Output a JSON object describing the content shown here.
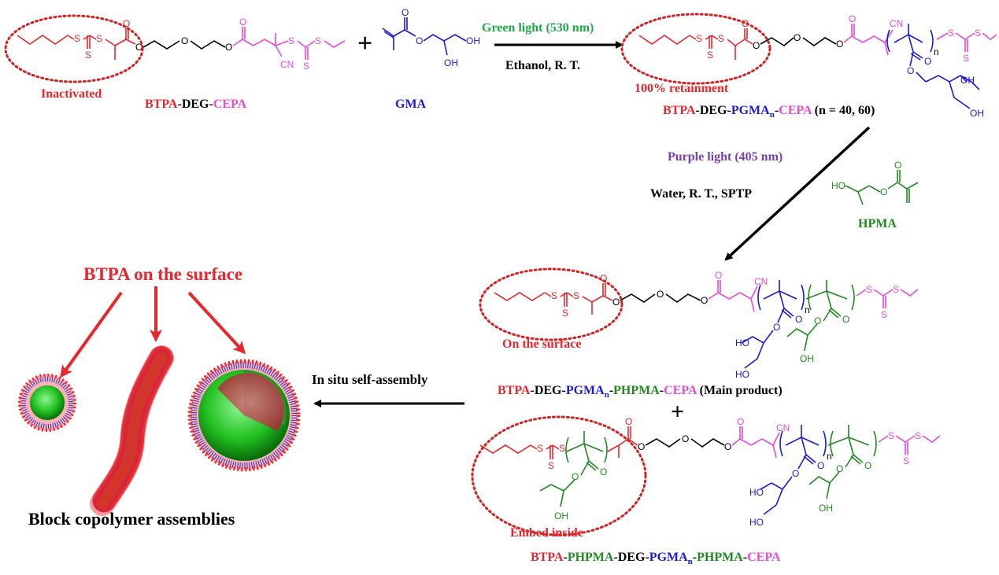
{
  "labels": {
    "inactivated": "Inactivated",
    "retainment": "100% retainment",
    "on_surface": "On the surface",
    "embed_inside": "Embed inside",
    "btpa_surface": "BTPA on the surface",
    "in_situ": "In situ self-assembly",
    "assemblies": "Block copolymer assemblies",
    "gma": "GMA",
    "hpma": "HPMA",
    "plus": "+",
    "sub_n": "n"
  },
  "name_parts": {
    "btpa": "BTPA",
    "deg": "DEG",
    "cepa": "CEPA",
    "pgma": "PGMA",
    "phpma": "PHPMA",
    "dash": "-",
    "n_values": " (n = 40, 60)",
    "main_product": " (Main product)"
  },
  "conditions": {
    "step1_light": "Green light (530 nm)",
    "step1_solvent": "Ethanol, R. T.",
    "step2_light": "Purple light (405 nm)",
    "step2_solvent": "Water, R. T., SPTP"
  },
  "atoms": {
    "S": "S",
    "O": "O",
    "OH": "OH",
    "HO": "HO",
    "CN": "CN"
  },
  "colors": {
    "btpa": "#e8262b",
    "deg": "#000000",
    "cepa": "#e84ad6",
    "pgma": "#1a1ad8",
    "phpma": "#1f8a1f",
    "step1_light": "#1faa4a",
    "step2_light": "#7b3fa8",
    "dotted_ellipse": "#d62020"
  }
}
